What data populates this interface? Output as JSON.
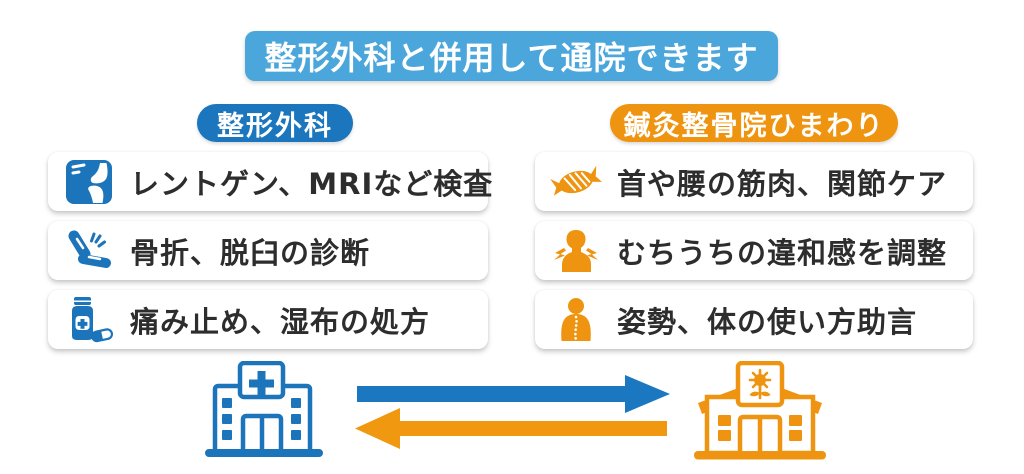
{
  "title": "整形外科と併用して通院できます",
  "columns": {
    "left": {
      "header": "整形外科",
      "accent_color": "#1B76BE",
      "items": [
        {
          "icon": "knee-xray-icon",
          "label": "レントゲン、MRIなど検査"
        },
        {
          "icon": "broken-bone-icon",
          "label": "骨折、脱臼の診断"
        },
        {
          "icon": "medicine-bottle-icon",
          "label": "痛み止め、湿布の処方"
        }
      ]
    },
    "right": {
      "header": "鍼灸整骨院ひまわり",
      "accent_color": "#EF9410",
      "items": [
        {
          "icon": "muscle-icon",
          "label": "首や腰の筋肉、関節ケア"
        },
        {
          "icon": "whiplash-person-icon",
          "label": "むちうちの違和感を調整"
        },
        {
          "icon": "posture-person-icon",
          "label": "姿勢、体の使い方助言"
        }
      ]
    }
  },
  "footer": {
    "left_building_icon": "hospital-icon",
    "right_building_icon": "sunflower-clinic-icon",
    "arrow_top_icon": "blue-right-arrow-icon",
    "arrow_bottom_icon": "orange-left-arrow-icon"
  },
  "colors": {
    "banner_blue": "#4BA6DB",
    "deep_blue": "#1B76BE",
    "orange": "#EF9410",
    "text": "#2D2D2D",
    "background": "#FFFFFF"
  }
}
